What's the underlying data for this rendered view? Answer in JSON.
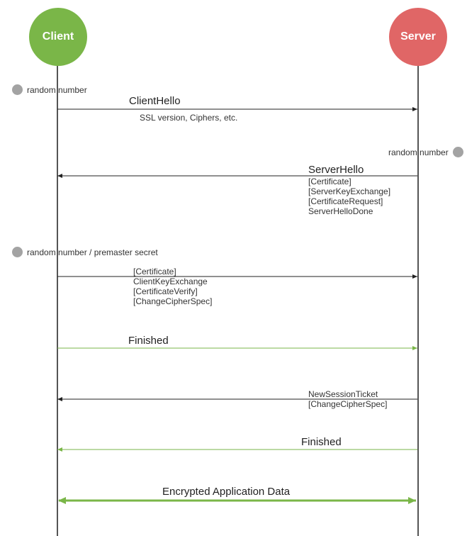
{
  "actors": {
    "client": "Client",
    "server": "Server"
  },
  "colors": {
    "client": "#7ab648",
    "server": "#e06666",
    "dot": "#a3a3a3",
    "line": "#333333",
    "green": "#7ab648"
  },
  "notes": {
    "client_random": "random number",
    "server_random": "random number",
    "client_premaster": "random number / premaster secret"
  },
  "messages": {
    "client_hello": {
      "label": "ClientHello",
      "details": "SSL version, Ciphers, etc."
    },
    "server_hello": {
      "label": "ServerHello",
      "details": [
        "[Certificate]",
        "[ServerKeyExchange]",
        "[CertificateRequest]",
        "ServerHelloDone"
      ]
    },
    "client_key": {
      "details": [
        "[Certificate]",
        "ClientKeyExchange",
        "[CertificateVerify]",
        "[ChangeCipherSpec]"
      ]
    },
    "client_finished": {
      "label": "Finished"
    },
    "session_ticket": {
      "details": [
        "NewSessionTicket",
        "[ChangeCipherSpec]"
      ]
    },
    "server_finished": {
      "label": "Finished"
    },
    "app_data": {
      "label": "Encrypted Application Data"
    }
  }
}
